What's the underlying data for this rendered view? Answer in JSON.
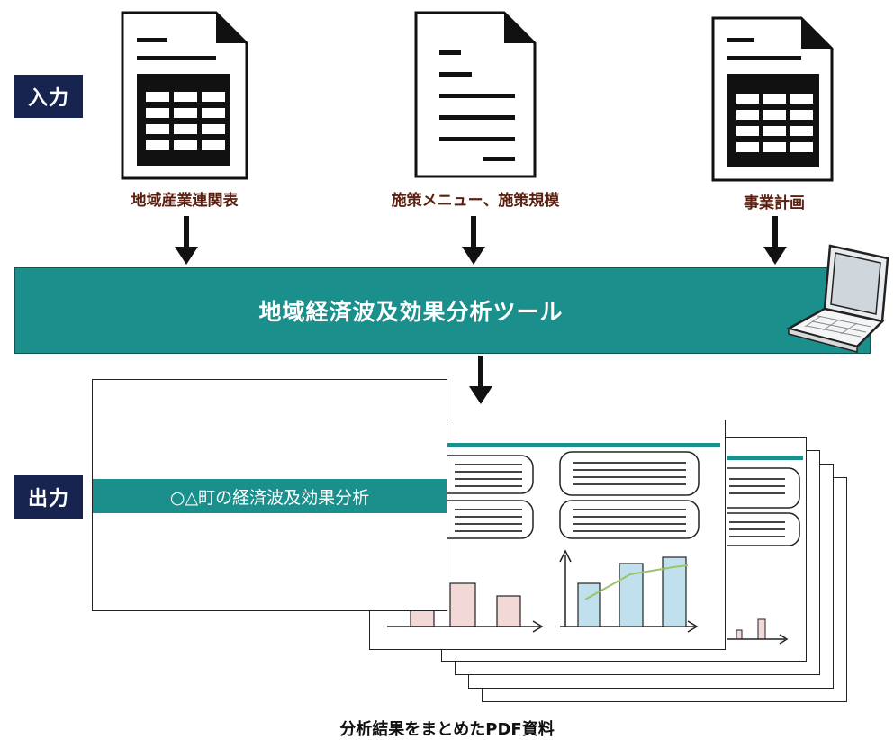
{
  "labels": {
    "input": "入力",
    "output": "出力"
  },
  "inputs": [
    {
      "name": "地域産業連関表",
      "icon": "spreadsheet-document-icon"
    },
    {
      "name": "施策メニュー、施策規模",
      "icon": "text-document-icon"
    },
    {
      "name": "事業計画",
      "icon": "spreadsheet-document-icon"
    }
  ],
  "tool": {
    "title": "地域経済波及効果分析ツール",
    "icon": "laptop-icon"
  },
  "output": {
    "cover_title": "○△町の経済波及効果分析",
    "caption": "分析結果をまとめたPDF資料"
  },
  "colors": {
    "badge": "#16244f",
    "teal": "#1a8f8c",
    "label_brown": "#5b1f0f",
    "bar_pink": "#f3d8d8",
    "bar_blue": "#bfe0ec",
    "trend_green": "#9cc36b"
  }
}
